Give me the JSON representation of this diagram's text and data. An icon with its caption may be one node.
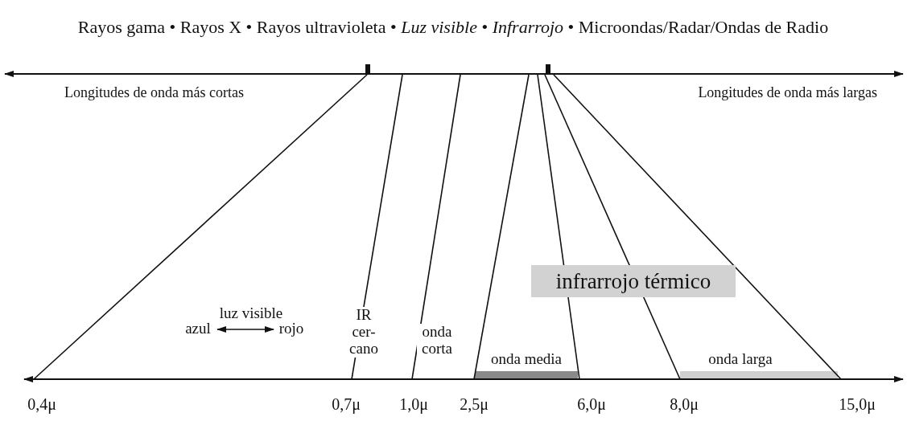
{
  "diagram": {
    "nodes": [
      {
        "text": [
          "infrarrojo térmico"
        ]
      },
      {
        "text": [
          "azul"
        ]
      },
      {
        "text": [
          "rojo"
        ]
      }
    ],
    "edges": [
      {
        "from": 1,
        "to": 2,
        "arrow": "both"
      }
    ],
    "labels": [
      "Rayos gama • Rayos X • Rayos ultravioleta • *Luz visible* • *Infrarrojo* • Microondas/Radar/Ondas de Radio",
      "Longitudes de onda más cortas",
      "Longitudes de onda más largas",
      "luz visible",
      "IR cer- cano",
      "onda corta",
      "onda media",
      "onda larga",
      "0,4μ",
      "0,7μ",
      "1,0μ",
      "2,5μ",
      "6,0μ",
      "8,0μ",
      "15,0μ"
    ]
  }
}
